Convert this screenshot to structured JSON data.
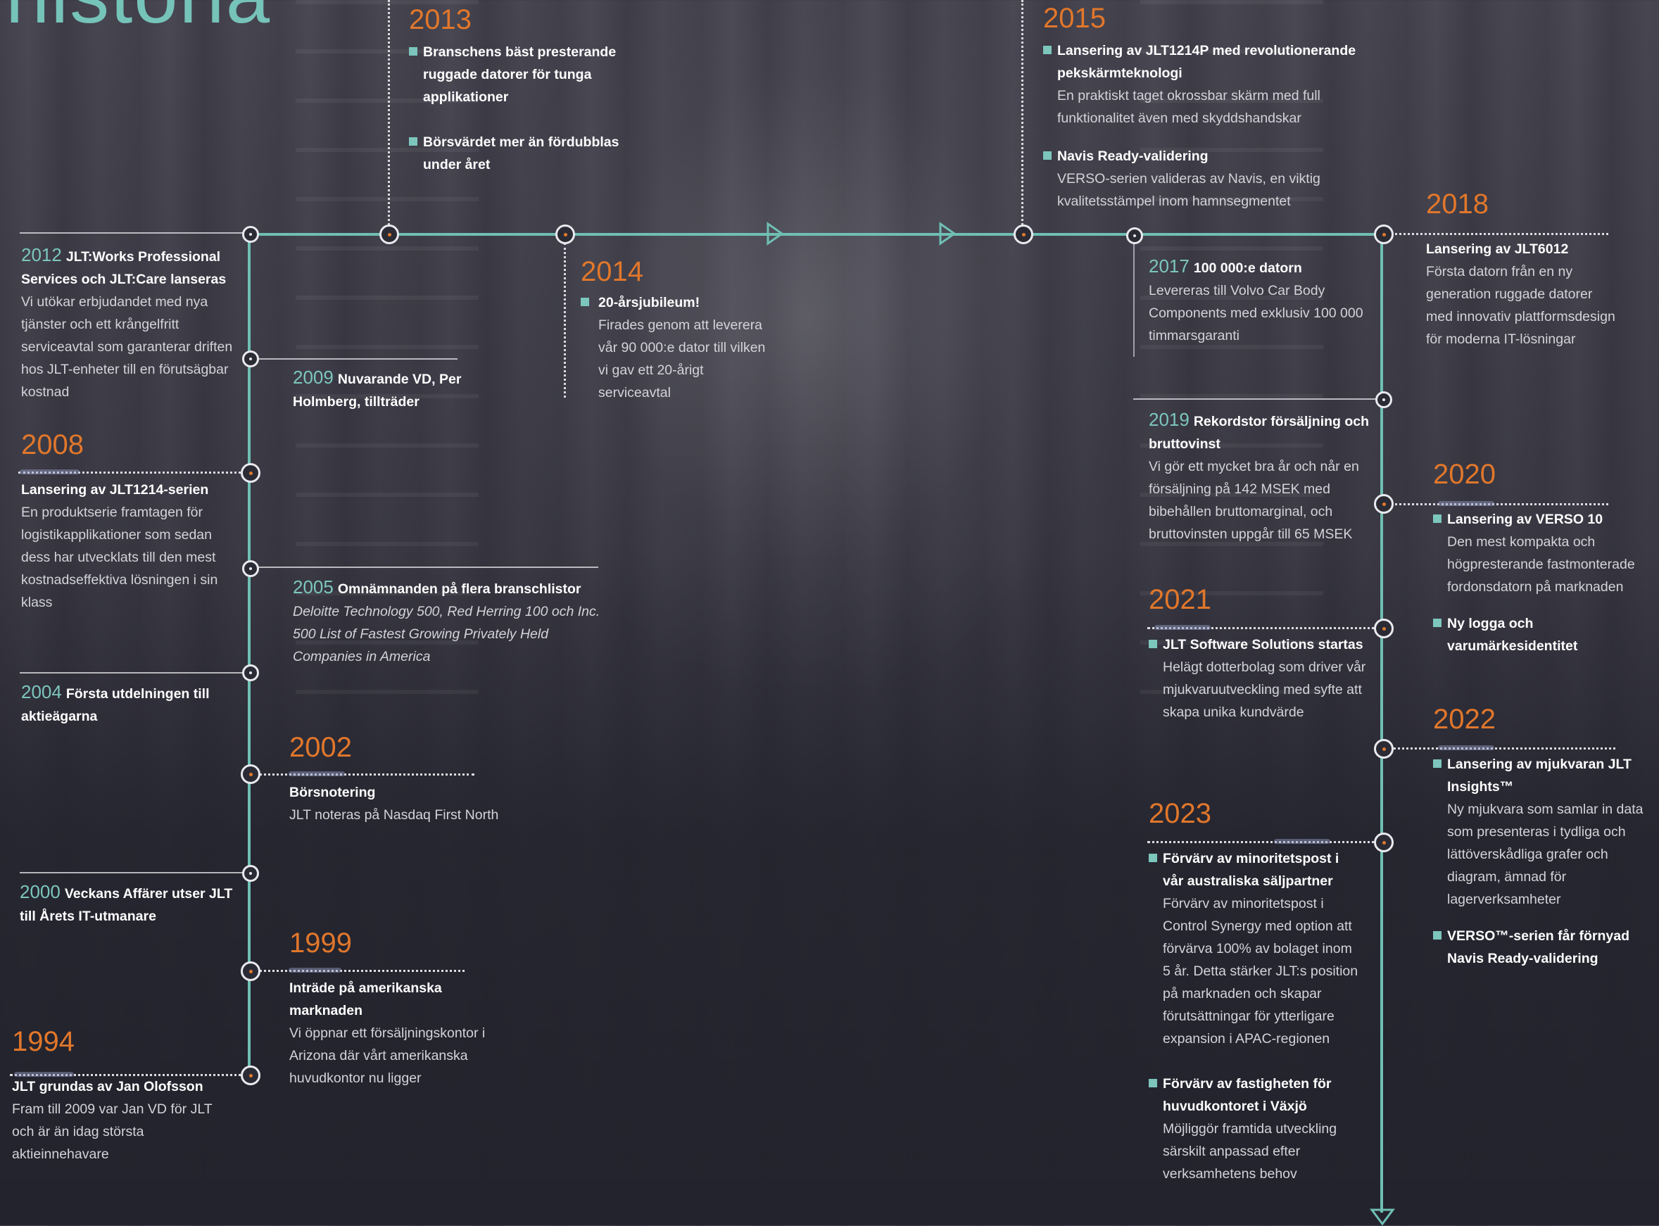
{
  "title": "historia",
  "colors": {
    "accent_teal": "#6fbfb4",
    "year_orange": "#e1772b",
    "background": "#2a2a34"
  },
  "entries": {
    "e2013": {
      "year": "2013",
      "b1": "Branschens bäst presterande ruggade datorer för tunga applikationer",
      "b2": "Börsvärdet mer än fördubblas under året"
    },
    "e2015": {
      "year": "2015",
      "b1_title": "Lansering av JLT1214P med revolutionerande pekskärmteknologi",
      "b1_text": "En praktiskt taget okrossbar skärm med full funktionalitet även med skyddshandskar",
      "b2_title": "Navis Ready-validering",
      "b2_text": "VERSO-serien valideras av Navis, en viktig kvalitetsstämpel inom hamnsegmentet"
    },
    "e2012": {
      "year": "2012",
      "title": "JLT:Works Professional Services och JLT:Care lanseras",
      "text": "Vi utökar erbjudandet med nya tjänster och ett krångelfritt serviceavtal som garanterar driften hos JLT-enheter till en förutsägbar kostnad"
    },
    "e2014": {
      "year": "2014",
      "title": "20-årsjubileum!",
      "text": "Firades genom att leverera vår 90 000:e dator till vilken vi gav ett 20-årigt serviceavtal"
    },
    "e2017": {
      "year": "2017",
      "title": "100 000:e datorn",
      "text": "Levereras till Volvo Car Body Components med exklusiv 100 000 timmarsgaranti"
    },
    "e2018": {
      "year": "2018",
      "title": "Lansering av JLT6012",
      "text": "Första datorn från en ny generation ruggade datorer med innovativ plattformsdesign för moderna IT-lösningar"
    },
    "e2009": {
      "year": "2009",
      "title": "Nuvarande VD, Per Holmberg, tillträder"
    },
    "e2008": {
      "year": "2008",
      "title": "Lansering av JLT1214-serien",
      "text": "En produktserie framtagen för logistikapplikationer som sedan dess har utvecklats till den mest kostnadseffektiva lösningen i sin klass"
    },
    "e2005": {
      "year": "2005",
      "title": "Omnämnanden på flera branschlistor",
      "text": "Deloitte Technology 500, Red Herring 100 och Inc. 500 List of Fastest Growing Privately Held Companies in America"
    },
    "e2004": {
      "year": "2004",
      "title": "Första utdelningen till aktieägarna"
    },
    "e2002": {
      "year": "2002",
      "title": "Börsnotering",
      "text": "JLT noteras på Nasdaq First North"
    },
    "e2000": {
      "year": "2000",
      "title": "Veckans Affärer utser JLT till Årets IT-utmanare"
    },
    "e1999": {
      "year": "1999",
      "title": "Inträde på amerikanska marknaden",
      "text": "Vi öppnar ett försäljningskontor i Arizona där vårt amerikanska huvudkontor nu ligger"
    },
    "e1994": {
      "year": "1994",
      "title": "JLT grundas av Jan Olofsson",
      "text": "Fram till 2009 var Jan VD för JLT och är än idag största aktieinnehavare"
    },
    "e2019": {
      "year": "2019",
      "title": "Rekordstor försäljning och bruttovinst",
      "text": "Vi gör ett mycket bra år och når en försäljning på 142 MSEK med bibehållen bruttomarginal, och bruttovinsten uppgår till 65 MSEK"
    },
    "e2020": {
      "year": "2020",
      "b1_title": "Lansering av VERSO 10",
      "b1_text": "Den mest kompakta och högpresterande fastmonterade fordonsdatorn på marknaden",
      "b2_title": "Ny logga och varumärkesidentitet"
    },
    "e2021": {
      "year": "2021",
      "b1_title": "JLT Software Solutions startas",
      "b1_text": "Helägt dotterbolag som driver vår mjukvaruutveckling med syfte att skapa unika kundvärde"
    },
    "e2022": {
      "year": "2022",
      "b1_title": "Lansering av mjukvaran JLT Insights™",
      "b1_text": "Ny mjukvara som samlar in data som presenteras i tydliga och lättöverskådliga grafer och diagram, ämnad för lagerverksamheter",
      "b2_title": "VERSO™-serien får förnyad Navis Ready-validering"
    },
    "e2023": {
      "year": "2023",
      "b1_title": "Förvärv av minoritetspost i vår australiska säljpartner",
      "b1_text": "Förvärv av minoritetspost i Control Synergy med option att förvärva 100% av bolaget inom 5 år. Detta stärker JLT:s position på marknaden och skapar förutsättningar för ytterligare expansion i APAC-regionen",
      "b2_title": "Förvärv av fastigheten för huvudkontoret i Växjö",
      "b2_text": "Möjliggör framtida utveckling särskilt anpassad efter verksamhetens behov"
    }
  }
}
